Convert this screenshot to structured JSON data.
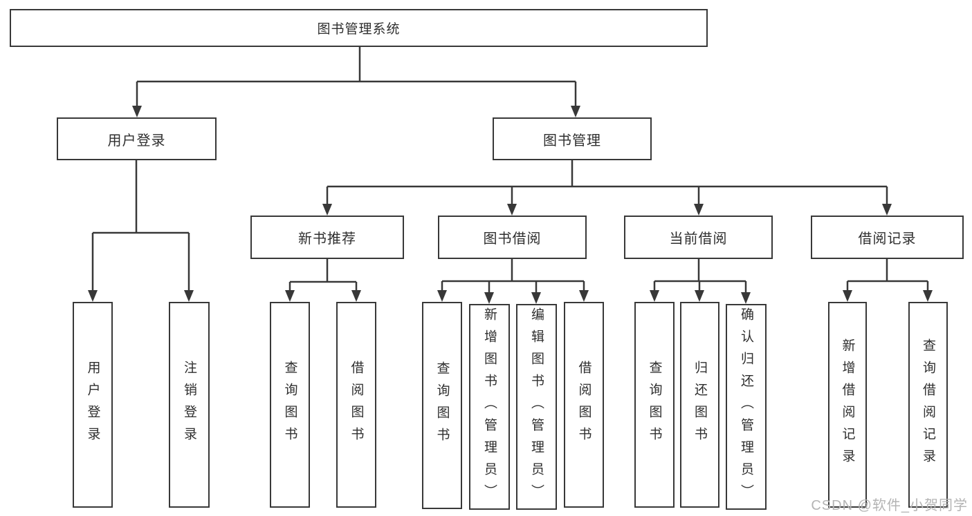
{
  "diagram_title": "图书管理系统",
  "colors": {
    "line": "#383838",
    "box_border": "#383838",
    "text": "#2e2e2e",
    "background": "#ffffff",
    "watermark": "#b4b4b4"
  },
  "nodes": {
    "root": {
      "label": "图书管理系统"
    },
    "user_login": {
      "label": "用户登录"
    },
    "book_mgmt": {
      "label": "图书管理"
    },
    "leaf_user_login": {
      "label": "用户登录"
    },
    "leaf_logout": {
      "label": "注销登录"
    },
    "new_book_rec": {
      "label": "新书推荐"
    },
    "book_borrow": {
      "label": "图书借阅"
    },
    "current_borrow": {
      "label": "当前借阅"
    },
    "borrow_record": {
      "label": "借阅记录"
    },
    "nb_query_book": {
      "label": "查询图书"
    },
    "nb_borrow_book": {
      "label": "借阅图书"
    },
    "bb_query_book": {
      "label": "查询图书"
    },
    "bb_add_book": {
      "label": "新增图书（管理员）"
    },
    "bb_edit_book": {
      "label": "编辑图书（管理员）"
    },
    "bb_borrow_book": {
      "label": "借阅图书"
    },
    "cb_query_book": {
      "label": "查询图书"
    },
    "cb_return_book": {
      "label": "归还图书"
    },
    "cb_confirm_return": {
      "label": "确认归还（管理员）"
    },
    "br_add_record": {
      "label": "新增借阅记录"
    },
    "br_query_record": {
      "label": "查询借阅记录"
    }
  },
  "hierarchy": {
    "图书管理系统": {
      "用户登录": [
        "用户登录",
        "注销登录"
      ],
      "图书管理": {
        "新书推荐": [
          "查询图书",
          "借阅图书"
        ],
        "图书借阅": [
          "查询图书",
          "新增图书（管理员）",
          "编辑图书（管理员）",
          "借阅图书"
        ],
        "当前借阅": [
          "查询图书",
          "归还图书",
          "确认归还（管理员）"
        ],
        "借阅记录": [
          "新增借阅记录",
          "查询借阅记录"
        ]
      }
    }
  },
  "watermark": {
    "text": "CSDN @软件_小贺同学"
  }
}
